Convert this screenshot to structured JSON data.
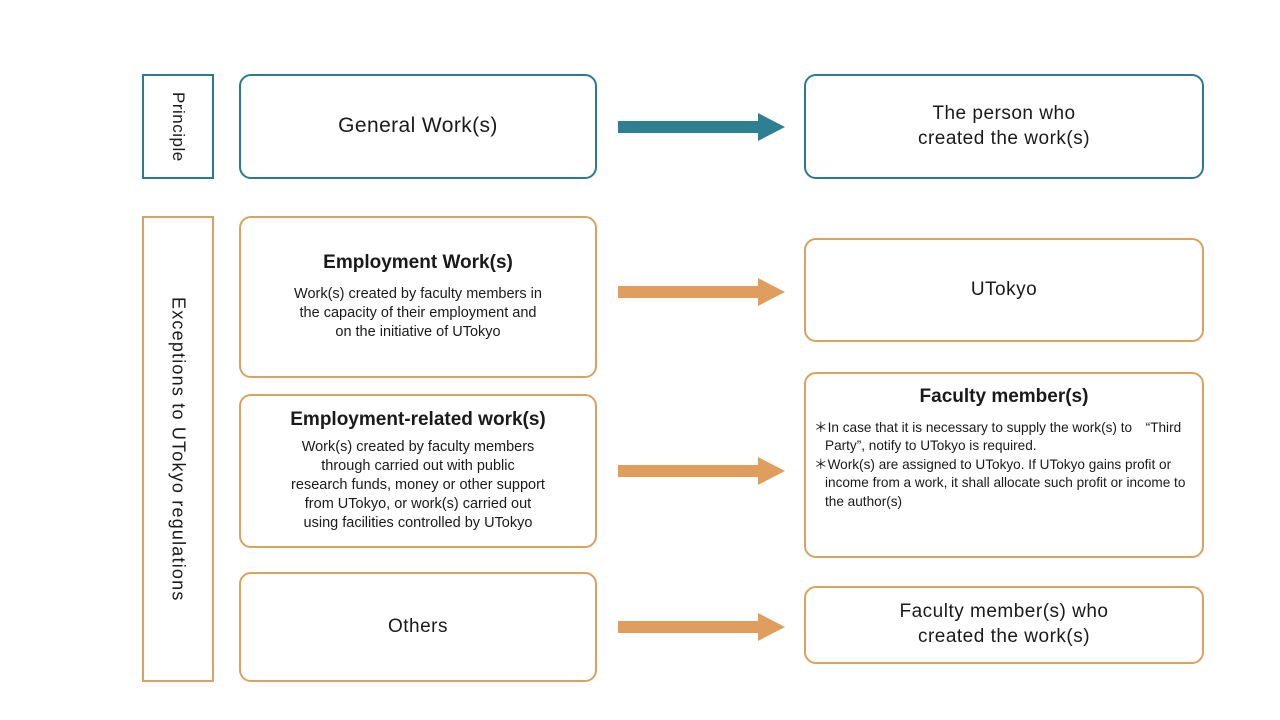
{
  "colors": {
    "teal": "#2b7b8c",
    "orange": "#d9a25f",
    "arrow_teal": "#2e7f91",
    "arrow_orange": "#e09e5e",
    "background": "#ffffff",
    "text": "#1a1a1a"
  },
  "sections": {
    "principle": {
      "label": "Principle",
      "source": {
        "title": "General Work(s)"
      },
      "arrow": "arrow-right-teal",
      "result": {
        "line1": "The person who",
        "line2": "created the work(s)"
      }
    },
    "exceptions": {
      "label": "Exceptions to UTokyo regulations",
      "rows": [
        {
          "source_title": "Employment Work(s)",
          "source_body": [
            "Work(s) created by faculty members in",
            "the capacity of their employment and",
            "on the initiative of UTokyo"
          ],
          "arrow": "arrow-right-orange",
          "result_title": "UTokyo",
          "result_body": []
        },
        {
          "source_title": "Employment-related work(s)",
          "source_body": [
            "Work(s) created by faculty members",
            "through carried out with public",
            "research funds, money or other support",
            "from UTokyo, or work(s) carried out",
            "using facilities controlled by UTokyo"
          ],
          "arrow": "arrow-right-orange",
          "result_title": "Faculty member(s)",
          "result_body": [
            "＊In case that it is necessary to supply the work(s) to　“Third Party”, notify to UTokyo is required.",
            "＊Work(s) are assigned to UTokyo. If UTokyo gains profit or income from a work, it shall allocate such profit or income to the author(s)"
          ]
        },
        {
          "source_title": "Others",
          "source_body": [],
          "arrow": "arrow-right-orange",
          "result_title_line1": "Faculty member(s) who",
          "result_title_line2": "created the work(s)",
          "result_body": []
        }
      ]
    }
  }
}
